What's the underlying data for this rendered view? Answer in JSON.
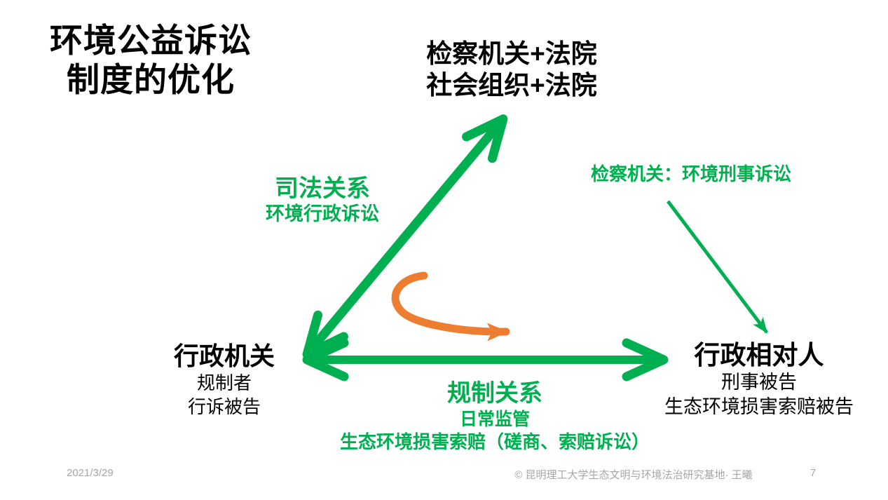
{
  "slide": {
    "title": {
      "line1": "环境公益诉讼",
      "line2": "制度的优化"
    },
    "nodes": {
      "court": {
        "line1": "检察机关+法院",
        "line2": "社会组织+法院"
      },
      "admin": {
        "name": "行政机关",
        "role1": "规制者",
        "role2": "行诉被告"
      },
      "counterpart": {
        "name": "行政相对人",
        "role1": "刑事被告",
        "role2": "生态环境损害索赔被告"
      }
    },
    "relations": {
      "judicial": {
        "title": "司法关系",
        "subtitle": "环境行政诉讼"
      },
      "regulatory": {
        "title": "规制关系",
        "sub1": "日常监管",
        "sub2": "生态环境损害索赔（磋商、索赔诉讼）"
      },
      "criminal": {
        "label": "检察机关：环境刑事诉讼"
      }
    },
    "footer": {
      "date": "2021/3/29",
      "credit": "© 昆明理工大学生态文明与环境法治研究基地· 王曦",
      "page": "7"
    }
  },
  "colors": {
    "green": "#00B050",
    "orange": "#ED7D31",
    "text": "#000000",
    "footer_gray": "#A6A6A6",
    "background": "#FFFFFF"
  }
}
